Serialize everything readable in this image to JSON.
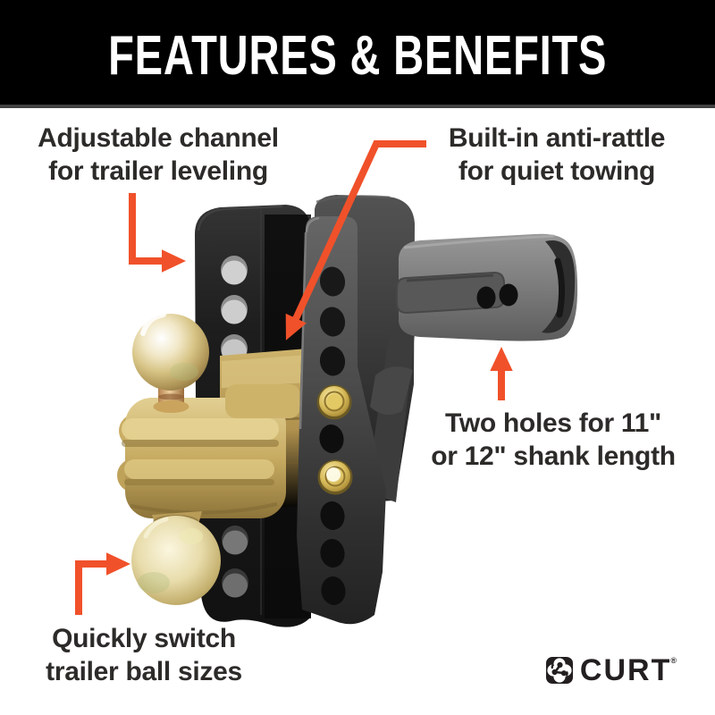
{
  "header": {
    "title": "FEATURES & BENEFITS"
  },
  "callouts": [
    {
      "id": "adjustable-channel",
      "line1": "Adjustable channel",
      "line2": "for trailer leveling"
    },
    {
      "id": "anti-rattle",
      "line1": "Built-in anti-rattle",
      "line2": "for quiet towing"
    },
    {
      "id": "shank-holes",
      "line1": "Two holes for 11\"",
      "line2": "or 12\" shank length"
    },
    {
      "id": "ball-sizes",
      "line1": "Quickly switch",
      "line2": "trailer ball sizes"
    }
  ],
  "logo": {
    "brand": "CURT",
    "registered": "®"
  },
  "colors": {
    "accent_orange": "#F0512A",
    "header_bg": "#000000",
    "header_rule": "#414141",
    "text_dark": "#2D2B29",
    "gold_light": "#E8D9A6",
    "gold_mid": "#C7AB62",
    "gold_dark": "#8D7439",
    "steel_black": "#1A1A1A",
    "steel_plate": "#4C4C4C",
    "steel_shank": "#7E7E7E",
    "background": "#FFFFFF"
  }
}
